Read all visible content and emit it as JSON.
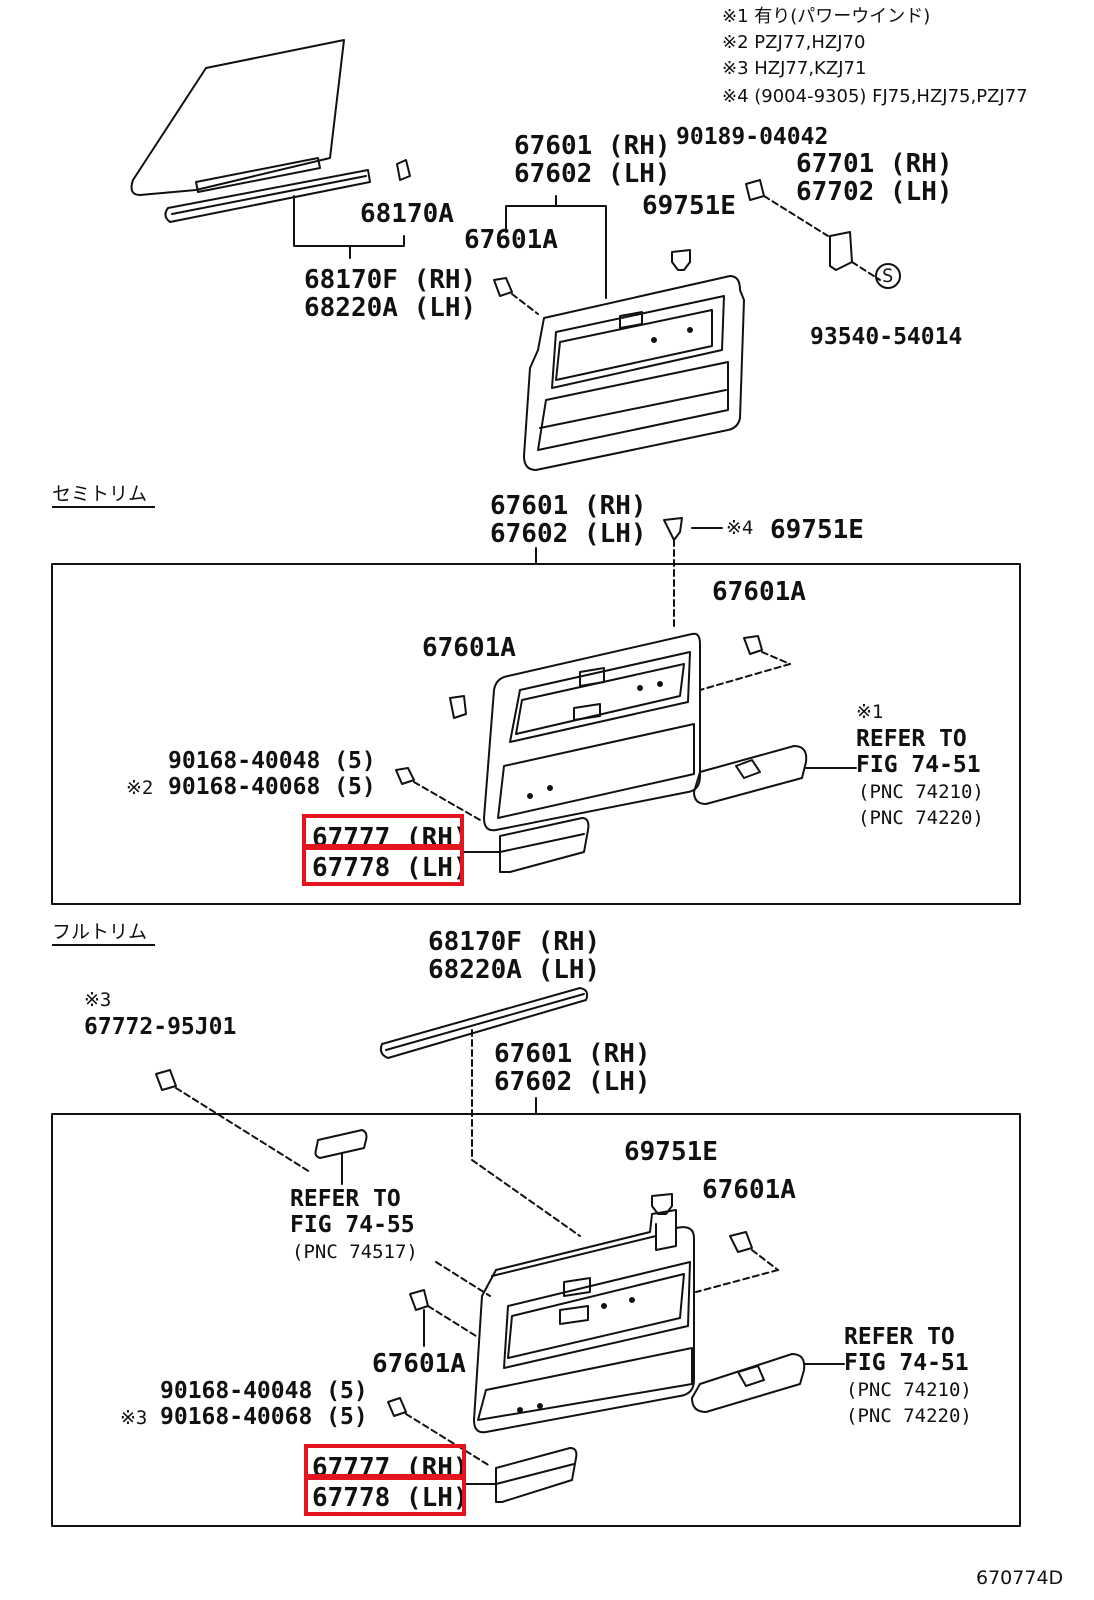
{
  "notes": [
    "※1 有り(パワーウインド)",
    "※2 PZJ77,HZJ70",
    "※3 HZJ77,KZJ71",
    "※4 (9004-9305) FJ75,HZJ75,PZJ77"
  ],
  "top": {
    "panel_rh": "67601 (RH)",
    "panel_lh": "67602 (LH)",
    "clip_bolt": "90189-04042",
    "cover_rh": "67701 (RH)",
    "cover_lh": "67702 (LH)",
    "fastener": "69751E",
    "screw": "68170A",
    "bolt": "67601A",
    "weather_rh": "68170F (RH)",
    "weather_lh": "68220A (LH)",
    "clip": "93540-54014",
    "s_mark": "S"
  },
  "semi": {
    "title": "セミトリム",
    "panel_rh": "67601 (RH)",
    "panel_lh": "67602 (LH)",
    "fastener_mark": "※4",
    "fastener": "69751E",
    "bolt_right": "67601A",
    "bolt_left": "67601A",
    "screw_a": "90168-40048 (5)",
    "screw_b_mark": "※2",
    "screw_b": "90168-40068 (5)",
    "pocket_rh": "67777 (RH)",
    "pocket_lh": "67778 (LH)",
    "ref_mark": "※1",
    "ref_line1": "REFER TO",
    "ref_line2": "FIG 74-51",
    "ref_line3": "(PNC 74210)",
    "ref_line4": "(PNC 74220)"
  },
  "full": {
    "title": "フルトリム",
    "weather_rh": "68170F (RH)",
    "weather_lh": "68220A (LH)",
    "lamp_mark": "※3",
    "lamp": "67772-95J01",
    "panel_rh": "67601 (RH)",
    "panel_lh": "67602 (LH)",
    "fastener": "69751E",
    "bolt_right": "67601A",
    "bolt_left": "67601A",
    "ref1_line1": "REFER TO",
    "ref1_line2": "FIG 74-55",
    "ref1_line3": "(PNC 74517)",
    "screw_a": "90168-40048 (5)",
    "screw_b_mark": "※3",
    "screw_b": "90168-40068 (5)",
    "pocket_rh": "67777 (RH)",
    "pocket_lh": "67778 (LH)",
    "ref2_line1": "REFER TO",
    "ref2_line2": "FIG 74-51",
    "ref2_line3": "(PNC 74210)",
    "ref2_line4": "(PNC 74220)"
  },
  "figure_id": "670774D",
  "highlight_color": "#e3161f"
}
